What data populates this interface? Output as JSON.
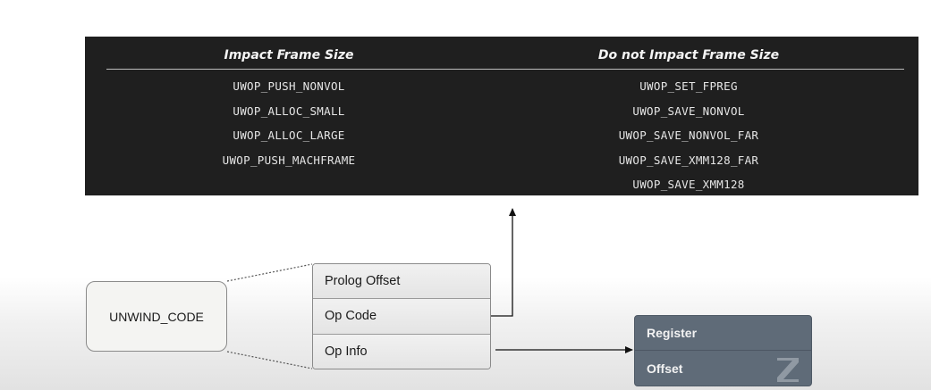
{
  "table": {
    "header_left": "Impact Frame Size",
    "header_right": "Do not Impact Frame Size",
    "left_items": [
      "UWOP_PUSH_NONVOL",
      "UWOP_ALLOC_SMALL",
      "UWOP_ALLOC_LARGE",
      "UWOP_PUSH_MACHFRAME"
    ],
    "right_items": [
      "UWOP_SET_FPREG",
      "UWOP_SAVE_NONVOL",
      "UWOP_SAVE_NONVOL_FAR",
      "UWOP_SAVE_XMM128_FAR",
      "UWOP_SAVE_XMM128"
    ]
  },
  "unwind_code": {
    "label": "UNWIND_CODE"
  },
  "fields": {
    "prolog_offset": "Prolog Offset",
    "op_code": "Op Code",
    "op_info": "Op Info"
  },
  "op_info_target": {
    "register": "Register",
    "offset": "Offset"
  },
  "colors": {
    "table_bg": "#1f1f1f",
    "register_box_bg": "#5f6b78"
  }
}
